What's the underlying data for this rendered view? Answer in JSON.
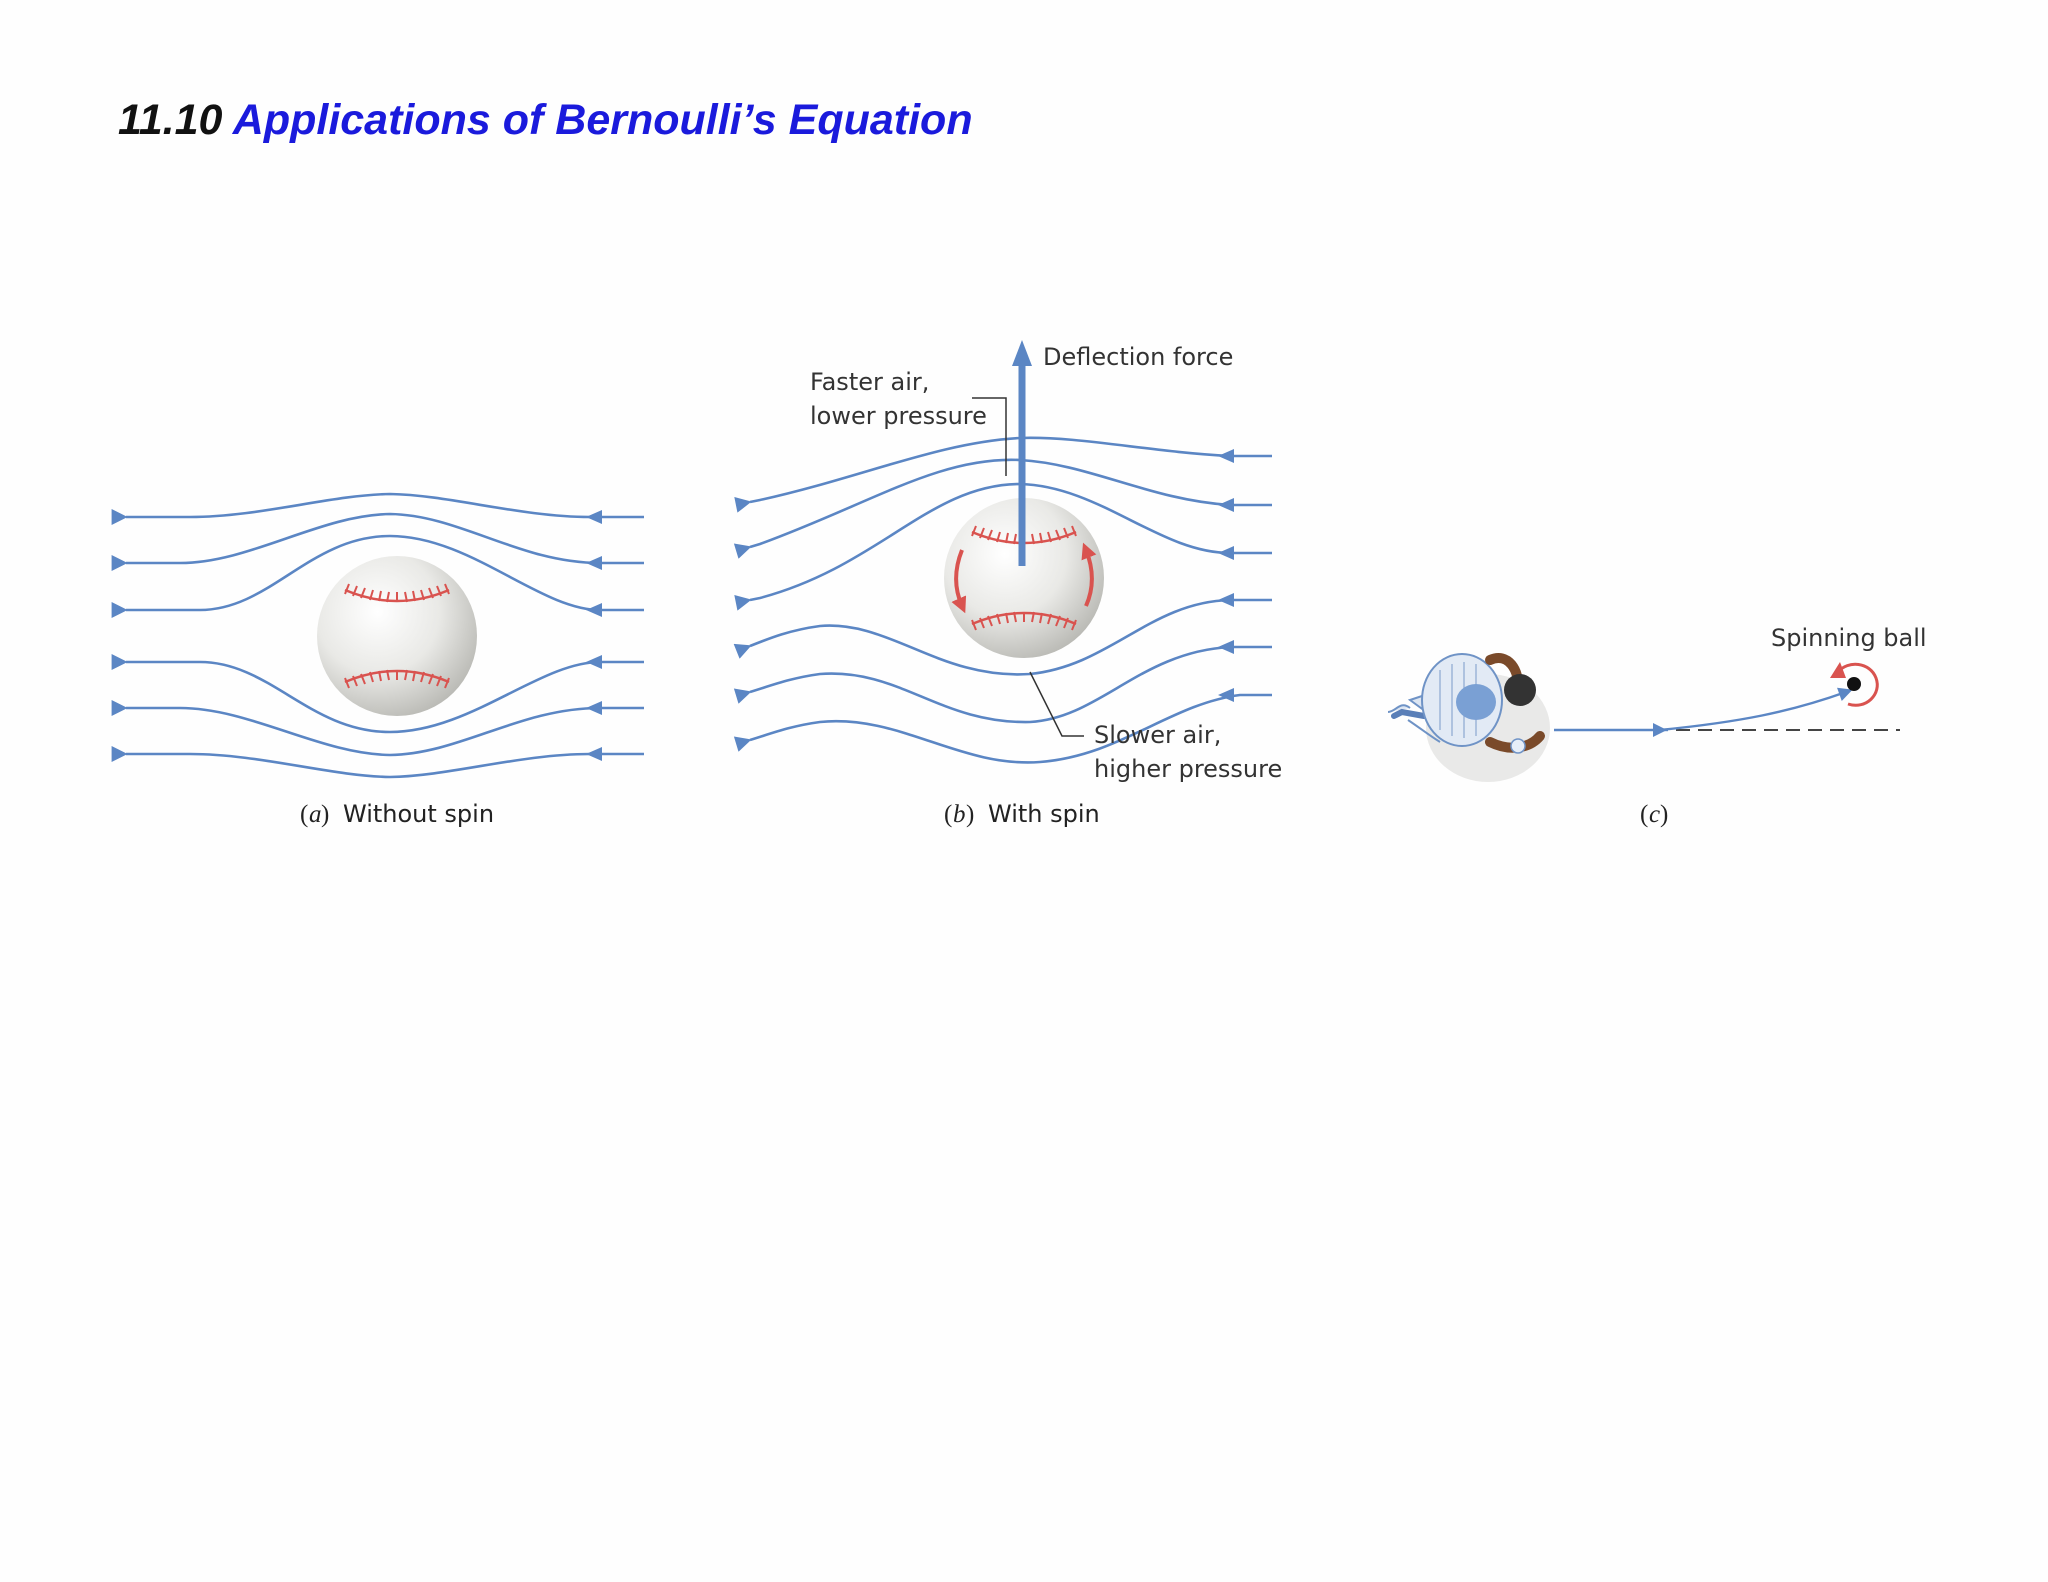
{
  "heading": {
    "number": "11.10",
    "title": "Applications of Bernoulli’s Equation"
  },
  "panels": {
    "a": {
      "letter": "a",
      "caption": "Without spin"
    },
    "b": {
      "letter": "b",
      "caption": "With spin",
      "deflection_label": "Deflection force",
      "top_label_line1": "Faster air,",
      "top_label_line2": "lower pressure",
      "bottom_label_line1": "Slower air,",
      "bottom_label_line2": "higher pressure"
    },
    "c": {
      "letter": "c",
      "ball_label": "Spinning ball"
    }
  },
  "colors": {
    "streamline": "#5b86c4",
    "stitch": "#d9534f",
    "heading_number": "#111111",
    "heading_title": "#1a1adc"
  }
}
